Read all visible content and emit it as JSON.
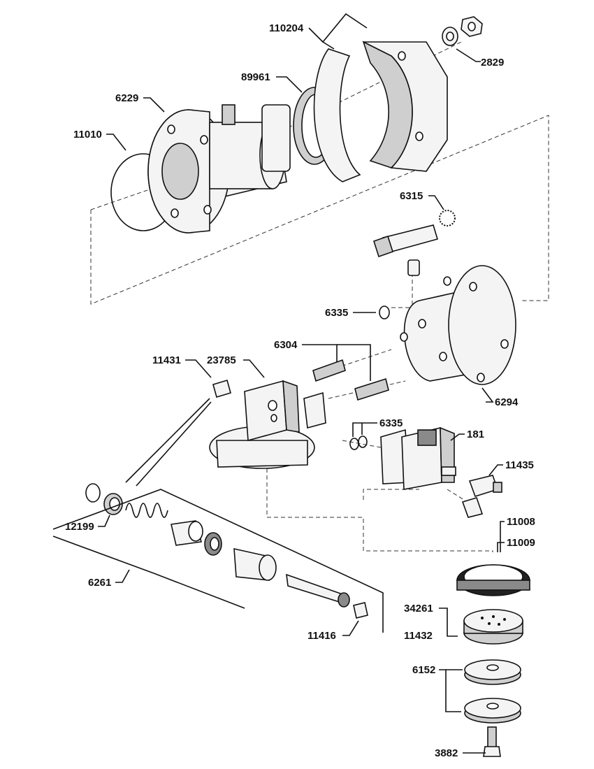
{
  "labels": {
    "l110204": "110204",
    "l2829": "2829",
    "l89961": "89961",
    "l6229": "6229",
    "l11010": "11010",
    "l6315": "6315",
    "l6335a": "6335",
    "l6304": "6304",
    "l11431": "11431",
    "l23785": "23785",
    "l6294": "6294",
    "l6335b": "6335",
    "l181": "181",
    "l11435": "11435",
    "l12199": "12199",
    "l11008": "11008",
    "l11009": "11009",
    "l6261": "6261",
    "l11416": "11416",
    "l34261": "34261",
    "l11432": "11432",
    "l6152": "6152",
    "l3882": "3882"
  }
}
